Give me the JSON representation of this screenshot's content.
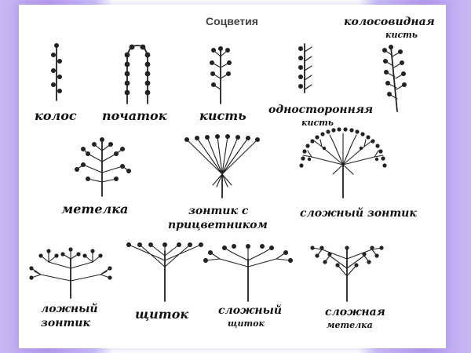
{
  "title": "Соцветия",
  "labels": {
    "kolos": "колос",
    "pochatok": "початок",
    "kist": "кисть",
    "odnostoronnyaya_1": "односторонняя",
    "odnostoronnyaya_2": "кисть",
    "kolosovidnaya_1": "колосовидная",
    "kolosovidnaya_2": "кисть",
    "metelka": "метелка",
    "zontik_s_1": "зонтик с",
    "zontik_s_2": "прицветником",
    "slozhny_zontik": "сложный зонтик",
    "lozhny_1": "ложный",
    "lozhny_2": "зонтик",
    "shchitok": "щиток",
    "slozhny_shchitok_1": "сложный",
    "slozhny_shchitok_2": "щиток",
    "slozhnaya_metelka_1": "сложная",
    "slozhnaya_metelka_2": "метелка"
  }
}
